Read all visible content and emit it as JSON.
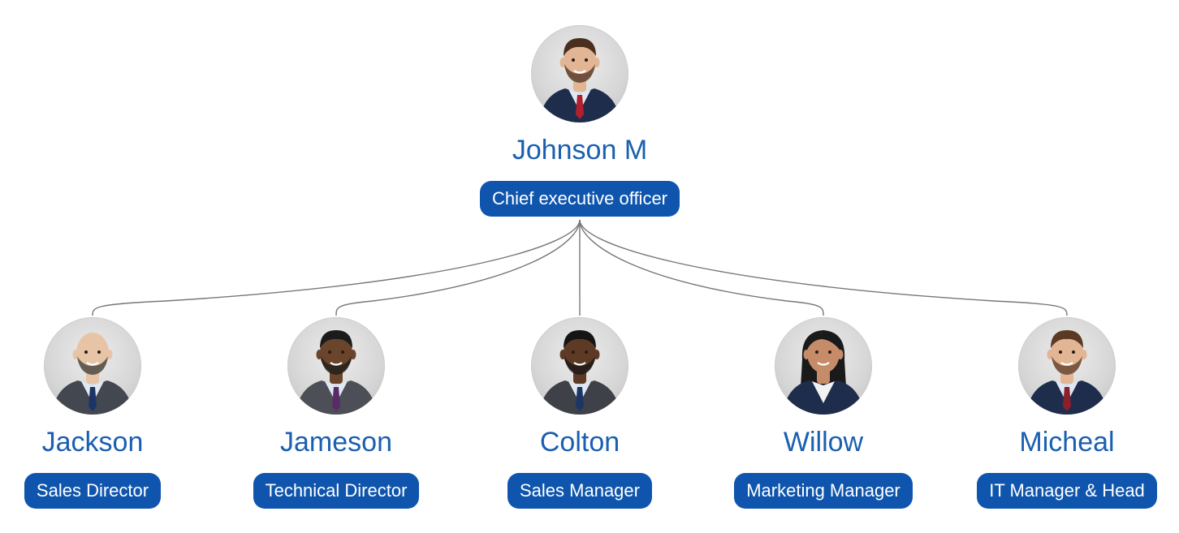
{
  "colors": {
    "name_text": "#1a5fb0",
    "pill_background": "#0f55ad",
    "pill_text": "#ffffff",
    "connector": "#777777"
  },
  "root": {
    "name": "Johnson M",
    "title": "Chief executive officer",
    "avatar": {
      "icon": "man-portrait-icon",
      "hair": "#4a2f1f",
      "skin": "#e2b595",
      "suit": "#1f2d4d",
      "tie": "#b3202b",
      "beard": true
    }
  },
  "reports": [
    {
      "name": "Jackson",
      "title": "Sales Director",
      "avatar": {
        "icon": "bald-man-portrait-icon",
        "hair": "none",
        "skin": "#e7c4a5",
        "suit": "#43474f",
        "tie": "#1d3566",
        "beard": true
      }
    },
    {
      "name": "Jameson",
      "title": "Technical Director",
      "avatar": {
        "icon": "man-portrait-icon",
        "hair": "#1b1b1b",
        "skin": "#6b442c",
        "suit": "#4c4f55",
        "tie": "#5a2a66",
        "beard": true
      }
    },
    {
      "name": "Colton",
      "title": "Sales Manager",
      "avatar": {
        "icon": "man-portrait-icon",
        "hair": "#151515",
        "skin": "#5c3a25",
        "suit": "#3e4147",
        "tie": "#1d3566",
        "beard": true
      }
    },
    {
      "name": "Willow",
      "title": "Marketing Manager",
      "avatar": {
        "icon": "woman-portrait-icon",
        "hair": "#1a1a1a",
        "skin": "#c68c6a",
        "suit": "#1f2d4d",
        "tie": "none",
        "beard": false
      }
    },
    {
      "name": "Micheal",
      "title": "IT Manager & Head",
      "avatar": {
        "icon": "man-portrait-icon",
        "hair": "#5a3a24",
        "skin": "#e2b595",
        "suit": "#1f2d4d",
        "tie": "#8e1f2a",
        "beard": true
      }
    }
  ]
}
